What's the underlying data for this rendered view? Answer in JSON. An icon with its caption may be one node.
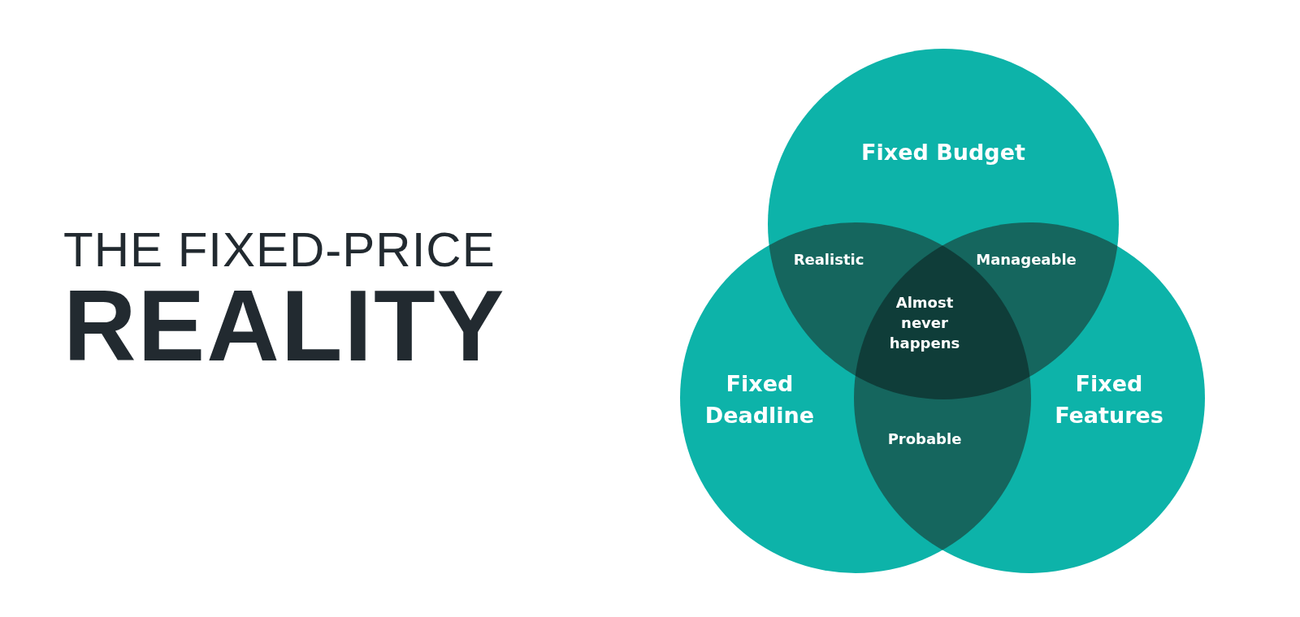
{
  "diagram": {
    "title": "THE FIXED-PRICE **REALITY**",
    "nodes": [
      {
        "text": [
          "Fixed Budget"
        ]
      },
      {
        "text": [
          "Fixed Deadline"
        ]
      },
      {
        "text": [
          "Fixed Features"
        ]
      }
    ],
    "edges": [],
    "labels": [
      "Realistic",
      "Manageable",
      "Almost never happens",
      "Probable"
    ]
  }
}
